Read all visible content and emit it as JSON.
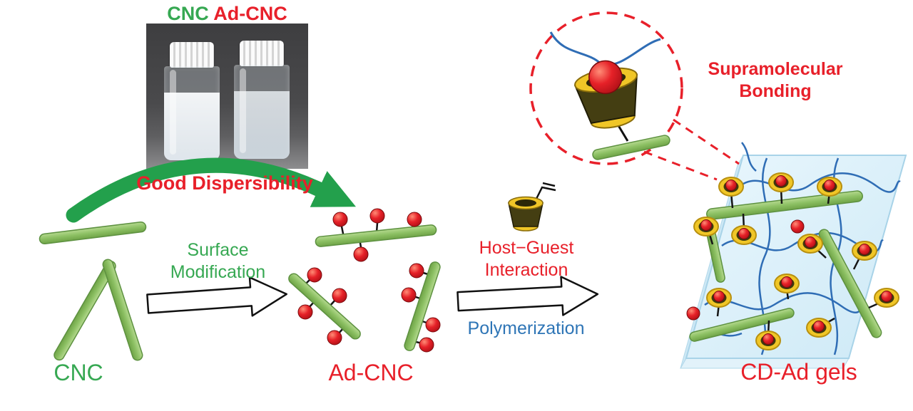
{
  "palette": {
    "green_text": "#36a852",
    "red_text": "#e8202a",
    "blue_text": "#2e75b6",
    "rod_green": "#8cc063",
    "cup_olive": "#443e12",
    "rim_yellow": "#f0c627",
    "gel_blue": "#d8edf8",
    "chain_blue": "#2f6db5",
    "sphere_red": "#e62128"
  },
  "photo": {
    "label_cnc": "CNC",
    "label_adcnc": "Ad-CNC"
  },
  "captions": {
    "good_dispersibility": "Good Dispersibility",
    "surface_line1": "Surface",
    "surface_line2": "Modification",
    "host_guest_line1": "Host−Guest",
    "host_guest_line2": "Interaction",
    "polymerization": "Polymerization",
    "supra_line1": "Supramolecular",
    "supra_line2": "Bonding"
  },
  "labels": {
    "cnc": "CNC",
    "adcnc": "Ad-CNC",
    "cd_ad_gels": "CD-Ad gels"
  }
}
